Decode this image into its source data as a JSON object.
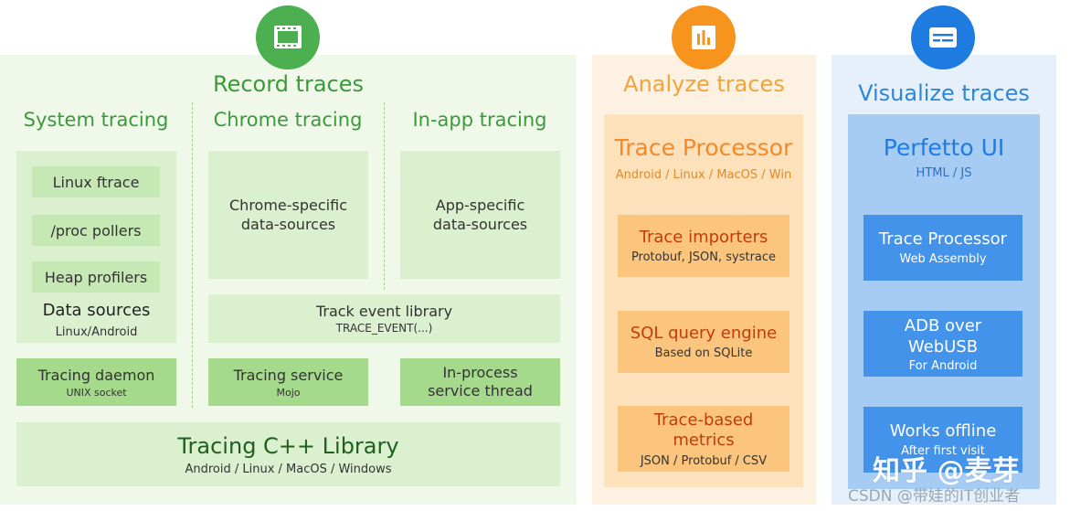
{
  "record": {
    "title": "Record traces",
    "system_title": "System tracing",
    "chrome_title": "Chrome tracing",
    "inapp_title": "In-app tracing",
    "data_sources": {
      "items": [
        "Linux ftrace",
        "/proc pollers",
        "Heap profilers"
      ],
      "label": "Data sources",
      "sub": "Linux/Android"
    },
    "chrome_specific": {
      "line1": "Chrome-specific",
      "line2": "data-sources"
    },
    "app_specific": {
      "line1": "App-specific",
      "line2": "data-sources"
    },
    "track_event": {
      "title": "Track event library",
      "sub": "TRACE_EVENT(...)"
    },
    "tracing_daemon": {
      "title": "Tracing daemon",
      "sub": "UNIX socket"
    },
    "tracing_service": {
      "title": "Tracing service",
      "sub": "Mojo"
    },
    "inprocess": {
      "line1": "In-process",
      "line2": "service thread"
    },
    "cpp_library": {
      "title": "Tracing C++ Library",
      "sub": "Android / Linux / MacOS / Windows"
    }
  },
  "analyze": {
    "title": "Analyze traces",
    "processor_title": "Trace Processor",
    "processor_sub": "Android / Linux / MacOS / Win",
    "cards": [
      {
        "title": "Trace importers",
        "sub": "Protobuf, JSON, systrace"
      },
      {
        "title": "SQL query engine",
        "sub": "Based on SQLite"
      },
      {
        "title1": "Trace-based",
        "title2": "metrics",
        "sub": "JSON / Protobuf / CSV"
      }
    ]
  },
  "visualize": {
    "title": "Visualize traces",
    "ui_title": "Perfetto UI",
    "ui_sub": "HTML / JS",
    "cards": [
      {
        "title": "Trace Processor",
        "sub": "Web Assembly"
      },
      {
        "title1": "ADB over",
        "title2": "WebUSB",
        "sub": "For Android"
      },
      {
        "title": "Works offline",
        "sub": "After first visit"
      }
    ]
  },
  "watermark": {
    "main": "知乎 @麦芽",
    "sub": "CSDN @带娃的IT创业者"
  },
  "colors": {
    "green": "#4caf50",
    "orange": "#f7941d",
    "blue": "#1e7ce0"
  },
  "icons": {
    "record": "film-strip-icon",
    "analyze": "bar-chart-icon",
    "visualize": "monitor-icon"
  }
}
